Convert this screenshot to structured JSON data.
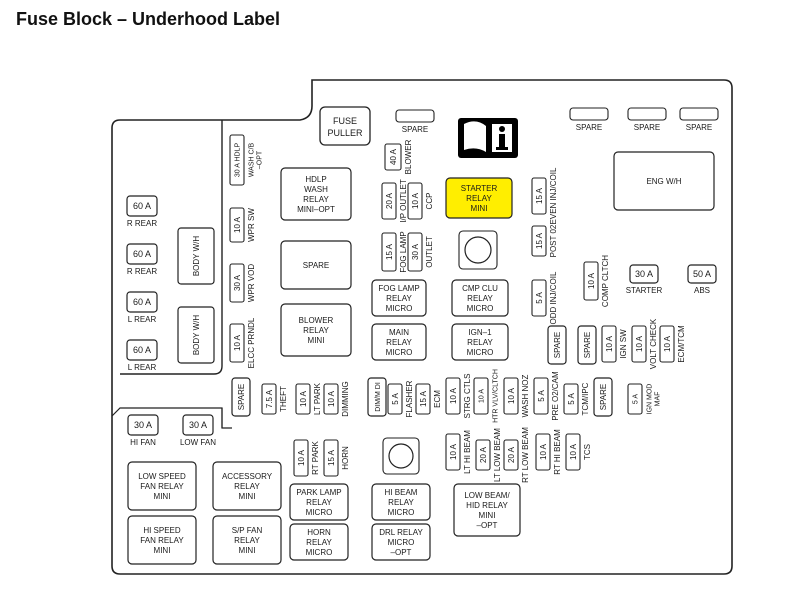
{
  "title": "Fuse Block – Underhood Label",
  "accent_color": "#ffee00",
  "outline_color": "#222222",
  "fuse_puller": "FUSE PULLER",
  "top_spares": [
    "SPARE",
    "SPARE",
    "SPARE",
    "SPARE"
  ],
  "left_fuses": [
    {
      "rating": "60 A",
      "label": "R REAR"
    },
    {
      "rating": "60 A",
      "label": "R REAR"
    },
    {
      "rating": "60 A",
      "label": "L REAR"
    },
    {
      "rating": "60 A",
      "label": "L REAR"
    }
  ],
  "body_wh": [
    "BODY W/H",
    "BODY W/H"
  ],
  "fan_fuses": [
    {
      "rating": "30 A",
      "label": "HI FAN"
    },
    {
      "rating": "30 A",
      "label": "LOW FAN"
    }
  ],
  "right_fuses": [
    {
      "rating": "30 A",
      "label": "STARTER"
    },
    {
      "rating": "50 A",
      "label": "ABS"
    }
  ],
  "eng_wh": "ENG W/H",
  "relays": {
    "hdlp_wash": [
      "HDLP",
      "WASH",
      "RELAY",
      "MINI–OPT"
    ],
    "spare": [
      "SPARE"
    ],
    "blower": [
      "BLOWER",
      "RELAY",
      "MINI"
    ],
    "starter": [
      "STARTER",
      "RELAY",
      "MINI"
    ],
    "fog_lamp": [
      "FOG LAMP",
      "RELAY",
      "MICRO"
    ],
    "cmp_clu": [
      "CMP CLU",
      "RELAY",
      "MICRO"
    ],
    "main": [
      "MAIN",
      "RELAY",
      "MICRO"
    ],
    "ign1": [
      "IGN–1",
      "RELAY",
      "MICRO"
    ],
    "low_speed_fan": [
      "LOW SPEED",
      "FAN RELAY",
      "MINI"
    ],
    "accessory": [
      "ACCESSORY",
      "RELAY",
      "MINI"
    ],
    "hi_speed_fan": [
      "HI SPEED",
      "FAN RELAY",
      "MINI"
    ],
    "sp_fan": [
      "S/P FAN",
      "RELAY",
      "MINI"
    ],
    "park_lamp": [
      "PARK LAMP",
      "RELAY",
      "MICRO"
    ],
    "hi_beam": [
      "HI BEAM",
      "RELAY",
      "MICRO"
    ],
    "low_beam_hid": [
      "LOW BEAM/",
      "HID RELAY",
      "MINI",
      "–OPT"
    ],
    "horn": [
      "HORN",
      "RELAY",
      "MICRO"
    ],
    "drl": [
      "DRL RELAY",
      "MICRO",
      "–OPT"
    ]
  },
  "vertical_fuses": {
    "f30a_hdlp": [
      "30 A HDLP",
      "WASH C/B",
      "–OPT"
    ],
    "wpr_sw": [
      "10 A",
      "WPR SW"
    ],
    "wpr_vod": [
      "30 A",
      "WPR VOD"
    ],
    "elcc": [
      "10 A",
      "ELCC PRNDL"
    ],
    "blower_fuse": [
      "40 A",
      "BLOWER"
    ],
    "ip_outlet": [
      "20 A",
      "I/P OUTLET"
    ],
    "ccp": [
      "10 A",
      "CCP"
    ],
    "fog_lamp_fuse": [
      "15 A",
      "FOG LAMP"
    ],
    "outlet": [
      "30 A",
      "OUTLET"
    ],
    "even_inj": [
      "15 A",
      "EVEN INJ/COIL"
    ],
    "post02": [
      "15 A",
      "POST 02"
    ],
    "odd_inj": [
      "5 A",
      "ODD INJ/COIL"
    ],
    "spare_mid": [
      "SPARE"
    ],
    "comp_clutch": [
      "10 A",
      "COMP CLTCH"
    ],
    "spare_r1": [
      "SPARE"
    ],
    "ign_sw": [
      "10 A",
      "IGN SW"
    ],
    "volt_check": [
      "10 A",
      "VOLT CHECK"
    ],
    "ecm_tcm": [
      "10 A",
      "ECM/TCM"
    ],
    "spare_row": [
      "SPARE"
    ],
    "theft": [
      "7.5 A",
      "THEFT"
    ],
    "lt_park": [
      "10 A",
      "LT PARK"
    ],
    "dimming": [
      "10 A",
      "DIMMING"
    ],
    "dimm_di": [
      "DIM/M DI"
    ],
    "flasher": [
      "5 A",
      "FLASHER"
    ],
    "ecm": [
      "15 A",
      "ECM"
    ],
    "strg_ctls": [
      "10 A",
      "STRG CTLS"
    ],
    "htr": [
      "10 A",
      "HTR VLV/CLTCH"
    ],
    "wash_noz": [
      "10 A",
      "WASH NOZ"
    ],
    "pre_o2": [
      "5 A",
      "PRE O2/CAM"
    ],
    "tcm_ipc": [
      "5 A",
      "TCM/IPC"
    ],
    "spare_r2": [
      "SPARE"
    ],
    "ign_mod": [
      "5 A",
      "IGN MOD",
      "MAF"
    ],
    "rt_park": [
      "10 A",
      "RT PARK"
    ],
    "horn_fuse": [
      "15 A",
      "HORN"
    ],
    "lt_hi_beam": [
      "10 A",
      "LT HI BEAM"
    ],
    "lt_low_beam": [
      "20 A",
      "LT LOW BEAM"
    ],
    "rt_low_beam": [
      "20 A",
      "RT LOW BEAM"
    ],
    "rt_hi_beam": [
      "10 A",
      "RT HI BEAM"
    ],
    "tcs": [
      "10 A",
      "TCS"
    ]
  }
}
